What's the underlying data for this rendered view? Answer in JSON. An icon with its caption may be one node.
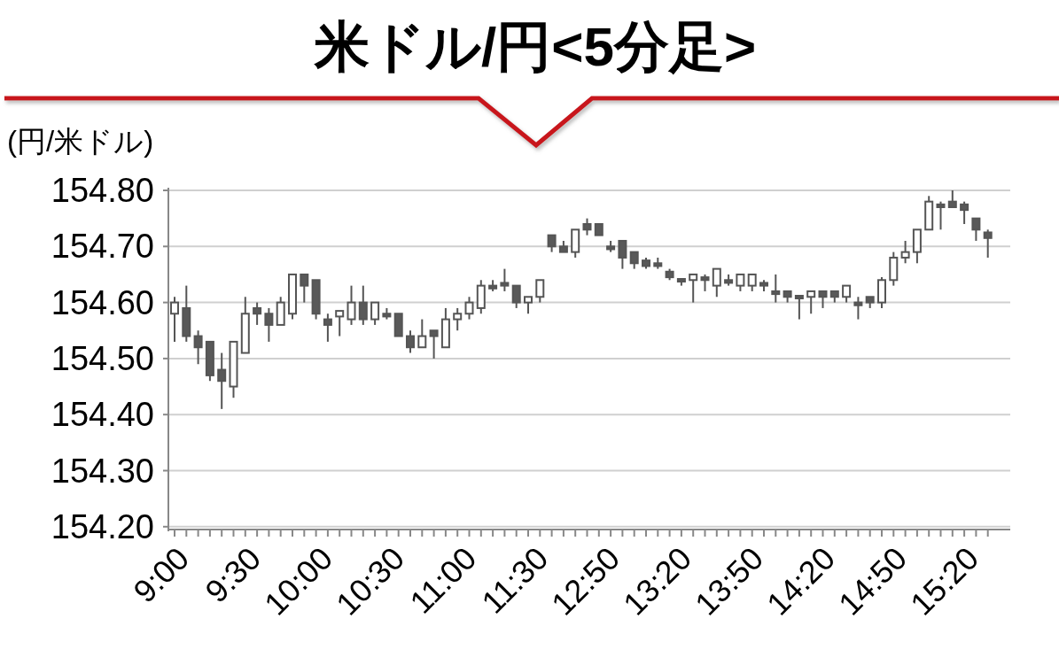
{
  "diagram": {
    "title": "米ドル/円<5分足>",
    "labels": [
      "(円/米ドル)",
      "154.80",
      "154.70",
      "154.60",
      "154.50",
      "154.40",
      "154.30",
      "154.20",
      "9:00",
      "9:30",
      "10:00",
      "10:30",
      "11:00",
      "11:30",
      "12:50",
      "13:20",
      "13:50",
      "14:20",
      "14:50",
      "15:20"
    ]
  }
}
